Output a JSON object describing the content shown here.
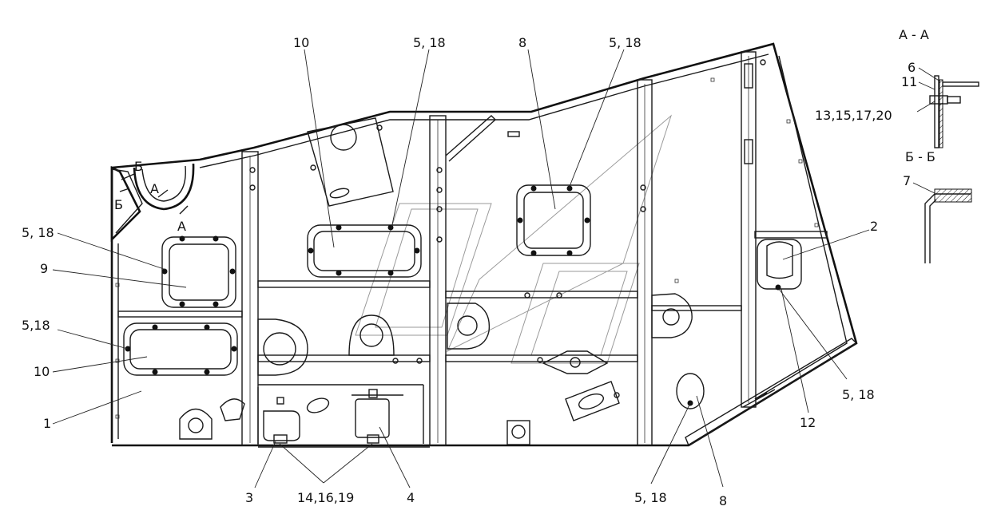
{
  "section_labels": {
    "section_a": "А - А",
    "section_b": "Б - Б",
    "cut_a_1": "А",
    "cut_a_2": "А",
    "cut_b_1": "Б",
    "cut_b_2": "Б"
  },
  "callouts": {
    "c_10_top": "10",
    "c_518_top_left": "5, 18",
    "c_8_top": "8",
    "c_518_top_right": "5, 18",
    "c_518_left_upper": "5, 18",
    "c_9": "9",
    "c_518_left_lower": "5,18",
    "c_10_left": "10",
    "c_1": "1",
    "c_3": "3",
    "c_141619": "14,16,19",
    "c_4": "4",
    "c_518_bottom": "5, 18",
    "c_8_bottom": "8",
    "c_12": "12",
    "c_518_right": "5, 18",
    "c_2": "2",
    "c_6": "6",
    "c_11": "11",
    "c_13151720": "13,15,17,20",
    "c_7": "7"
  },
  "colors": {
    "line": "#111111",
    "background": "#ffffff",
    "watermark": "#9a9a9a"
  }
}
